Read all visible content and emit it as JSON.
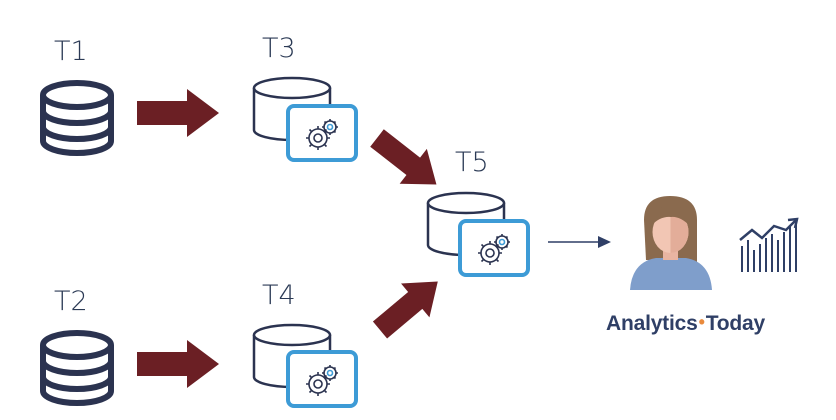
{
  "nodes": {
    "t1": {
      "label": "T1",
      "icon": "database-icon"
    },
    "t2": {
      "label": "T2",
      "icon": "database-icon"
    },
    "t3": {
      "label": "T3",
      "icon": "database-gear-icon"
    },
    "t4": {
      "label": "T4",
      "icon": "database-gear-icon"
    },
    "t5": {
      "label": "T5",
      "icon": "database-gear-icon"
    }
  },
  "consumer": {
    "icon": "user-avatar-icon",
    "chart_icon": "bar-chart-trend-icon"
  },
  "brand": {
    "part1": "Analytics",
    "separator": "•",
    "part2": "Today"
  },
  "colors": {
    "arrow": "#6b1f24",
    "outline": "#2b3350",
    "gear_frame": "#3d9bd6",
    "line_arrow": "#2f3f66",
    "brand_text": "#2f3f66",
    "brand_dot": "#e98a3c"
  }
}
